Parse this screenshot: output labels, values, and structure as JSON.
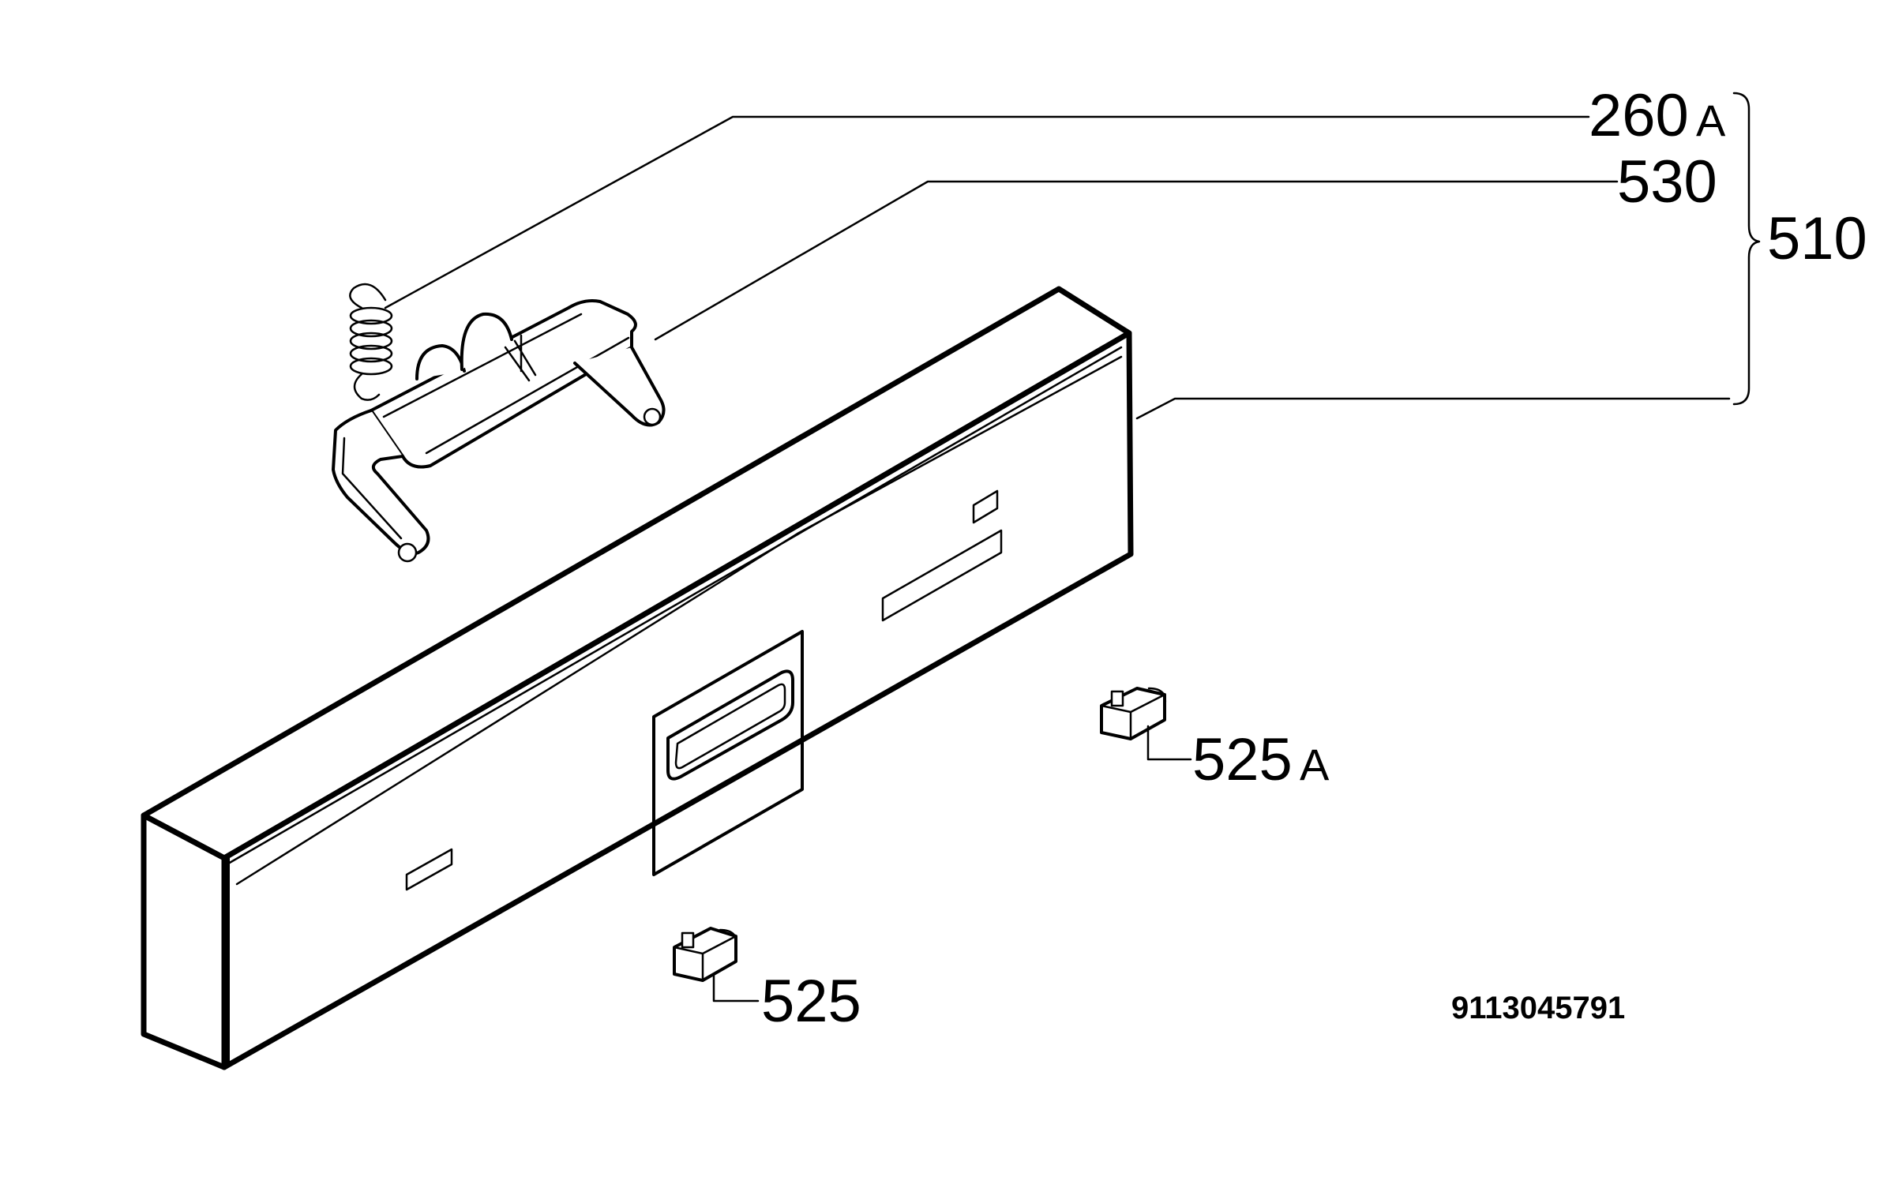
{
  "labels": {
    "part_260a": "260",
    "part_260a_suffix": "A",
    "part_530": "530",
    "part_510": "510",
    "part_525a": "525",
    "part_525a_suffix": "A",
    "part_525": "525",
    "drawing_code": "9113045791"
  },
  "colors": {
    "line": "#000000",
    "background": "#ffffff"
  }
}
